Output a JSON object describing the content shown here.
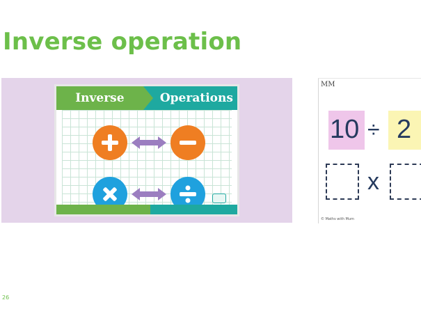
{
  "slide": {
    "title": "Inverse operation",
    "number": "26"
  },
  "poster": {
    "left_tab": "Inverse",
    "right_tab": "Operations",
    "icons": [
      "plus-icon",
      "minus-icon",
      "multiply-icon",
      "divide-icon",
      "double-arrow-icon",
      "brand-logo-icon"
    ],
    "colors": {
      "green": "#6db34a",
      "teal": "#1ea9a0",
      "orange": "#ef7e22",
      "blue": "#1fa1de",
      "arrow_purple": "#9b7ec0",
      "background_lilac": "#e4d4ea"
    }
  },
  "worksheet": {
    "logo": "MM",
    "dividend": "10",
    "divide_sign": "÷",
    "divisor": "2",
    "times_sign": "x",
    "copyright": "© Maths with Mum",
    "colors": {
      "pink_box": "#efc6ea",
      "yellow_box": "#fbf5b4",
      "text": "#253a5e"
    }
  }
}
